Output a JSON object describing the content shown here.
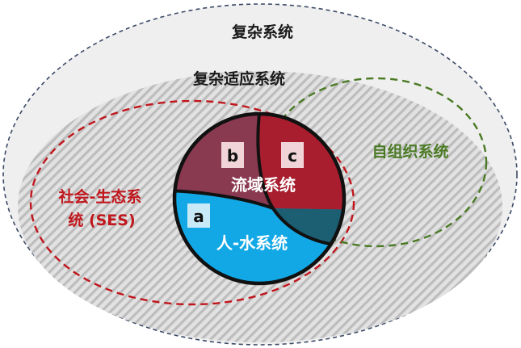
{
  "labels": {
    "complex_system": "复杂系统",
    "complex_adaptive_system": "复杂适应系统",
    "self_organizing_system": "自组织系统",
    "ses_line1": "社会-生态系",
    "ses_line2": "统 (SES)",
    "watershed_system": "流域系统",
    "human_water_system": "人-水系统",
    "region_a": "a",
    "region_b": "b",
    "region_c": "c"
  },
  "colors": {
    "outer_fill": "#efefef",
    "outer_stroke": "#3c4a66",
    "hatch_background": "#e2e2e2",
    "hatch_stripe": "#bdbdbd",
    "ses_stroke": "#c0161c",
    "self_org_stroke": "#4a7a24",
    "region_a_fill": "#12a8e6",
    "region_b_fill": "#8a3a50",
    "region_c_fill": "#a81e2e",
    "region_overlap_fill": "#1c5e72",
    "letter_box_fill": "#f0d4d8",
    "letter_box_a_fill": "#c8eaf7"
  }
}
